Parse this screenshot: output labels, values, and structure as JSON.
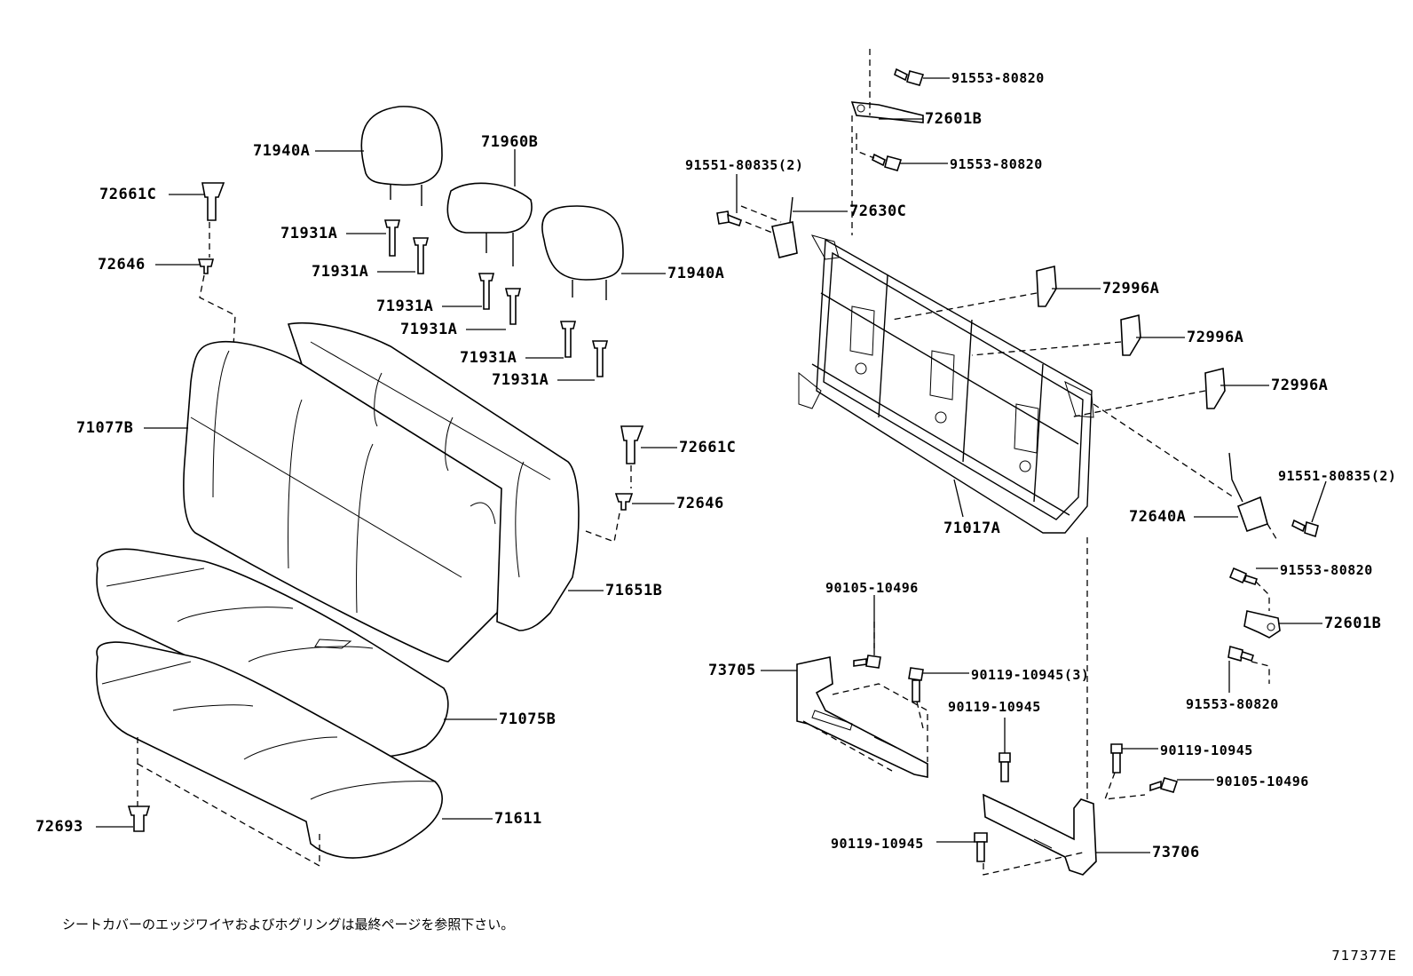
{
  "diagram_id": "717377E",
  "note": "シートカバーのエッジワイヤおよびホグリングは最終ページを参照下さい。",
  "parts": {
    "p91553_a": "91553-80820",
    "p72601B_a": "72601B",
    "p91553_b": "91553-80820",
    "p91551_a": "91551-80835(2)",
    "p72630C": "72630C",
    "p71940A_a": "71940A",
    "p71960B": "71960B",
    "p72661C_a": "72661C",
    "p71931A_1": "71931A",
    "p72646_a": "72646",
    "p71931A_2": "71931A",
    "p71940A_b": "71940A",
    "p72996A_1": "72996A",
    "p71931A_3": "71931A",
    "p71931A_4": "71931A",
    "p72996A_2": "72996A",
    "p71931A_5": "71931A",
    "p71931A_6": "71931A",
    "p72996A_3": "72996A",
    "p71077B": "71077B",
    "p72661C_b": "72661C",
    "p91551_b": "91551-80835(2)",
    "p72646_b": "72646",
    "p72640A": "72640A",
    "p71017A": "71017A",
    "p91553_c": "91553-80820",
    "p90105_a": "90105-10496",
    "p71651B": "71651B",
    "p72601B_b": "72601B",
    "p73705": "73705",
    "p90119_a": "90119-10945(3)",
    "p91553_d": "91553-80820",
    "p90119_b": "90119-10945",
    "p71075B": "71075B",
    "p90119_c": "90119-10945",
    "p90105_b": "90105-10496",
    "p71611": "71611",
    "p72693": "72693",
    "p90119_d": "90119-10945",
    "p73706": "73706"
  }
}
